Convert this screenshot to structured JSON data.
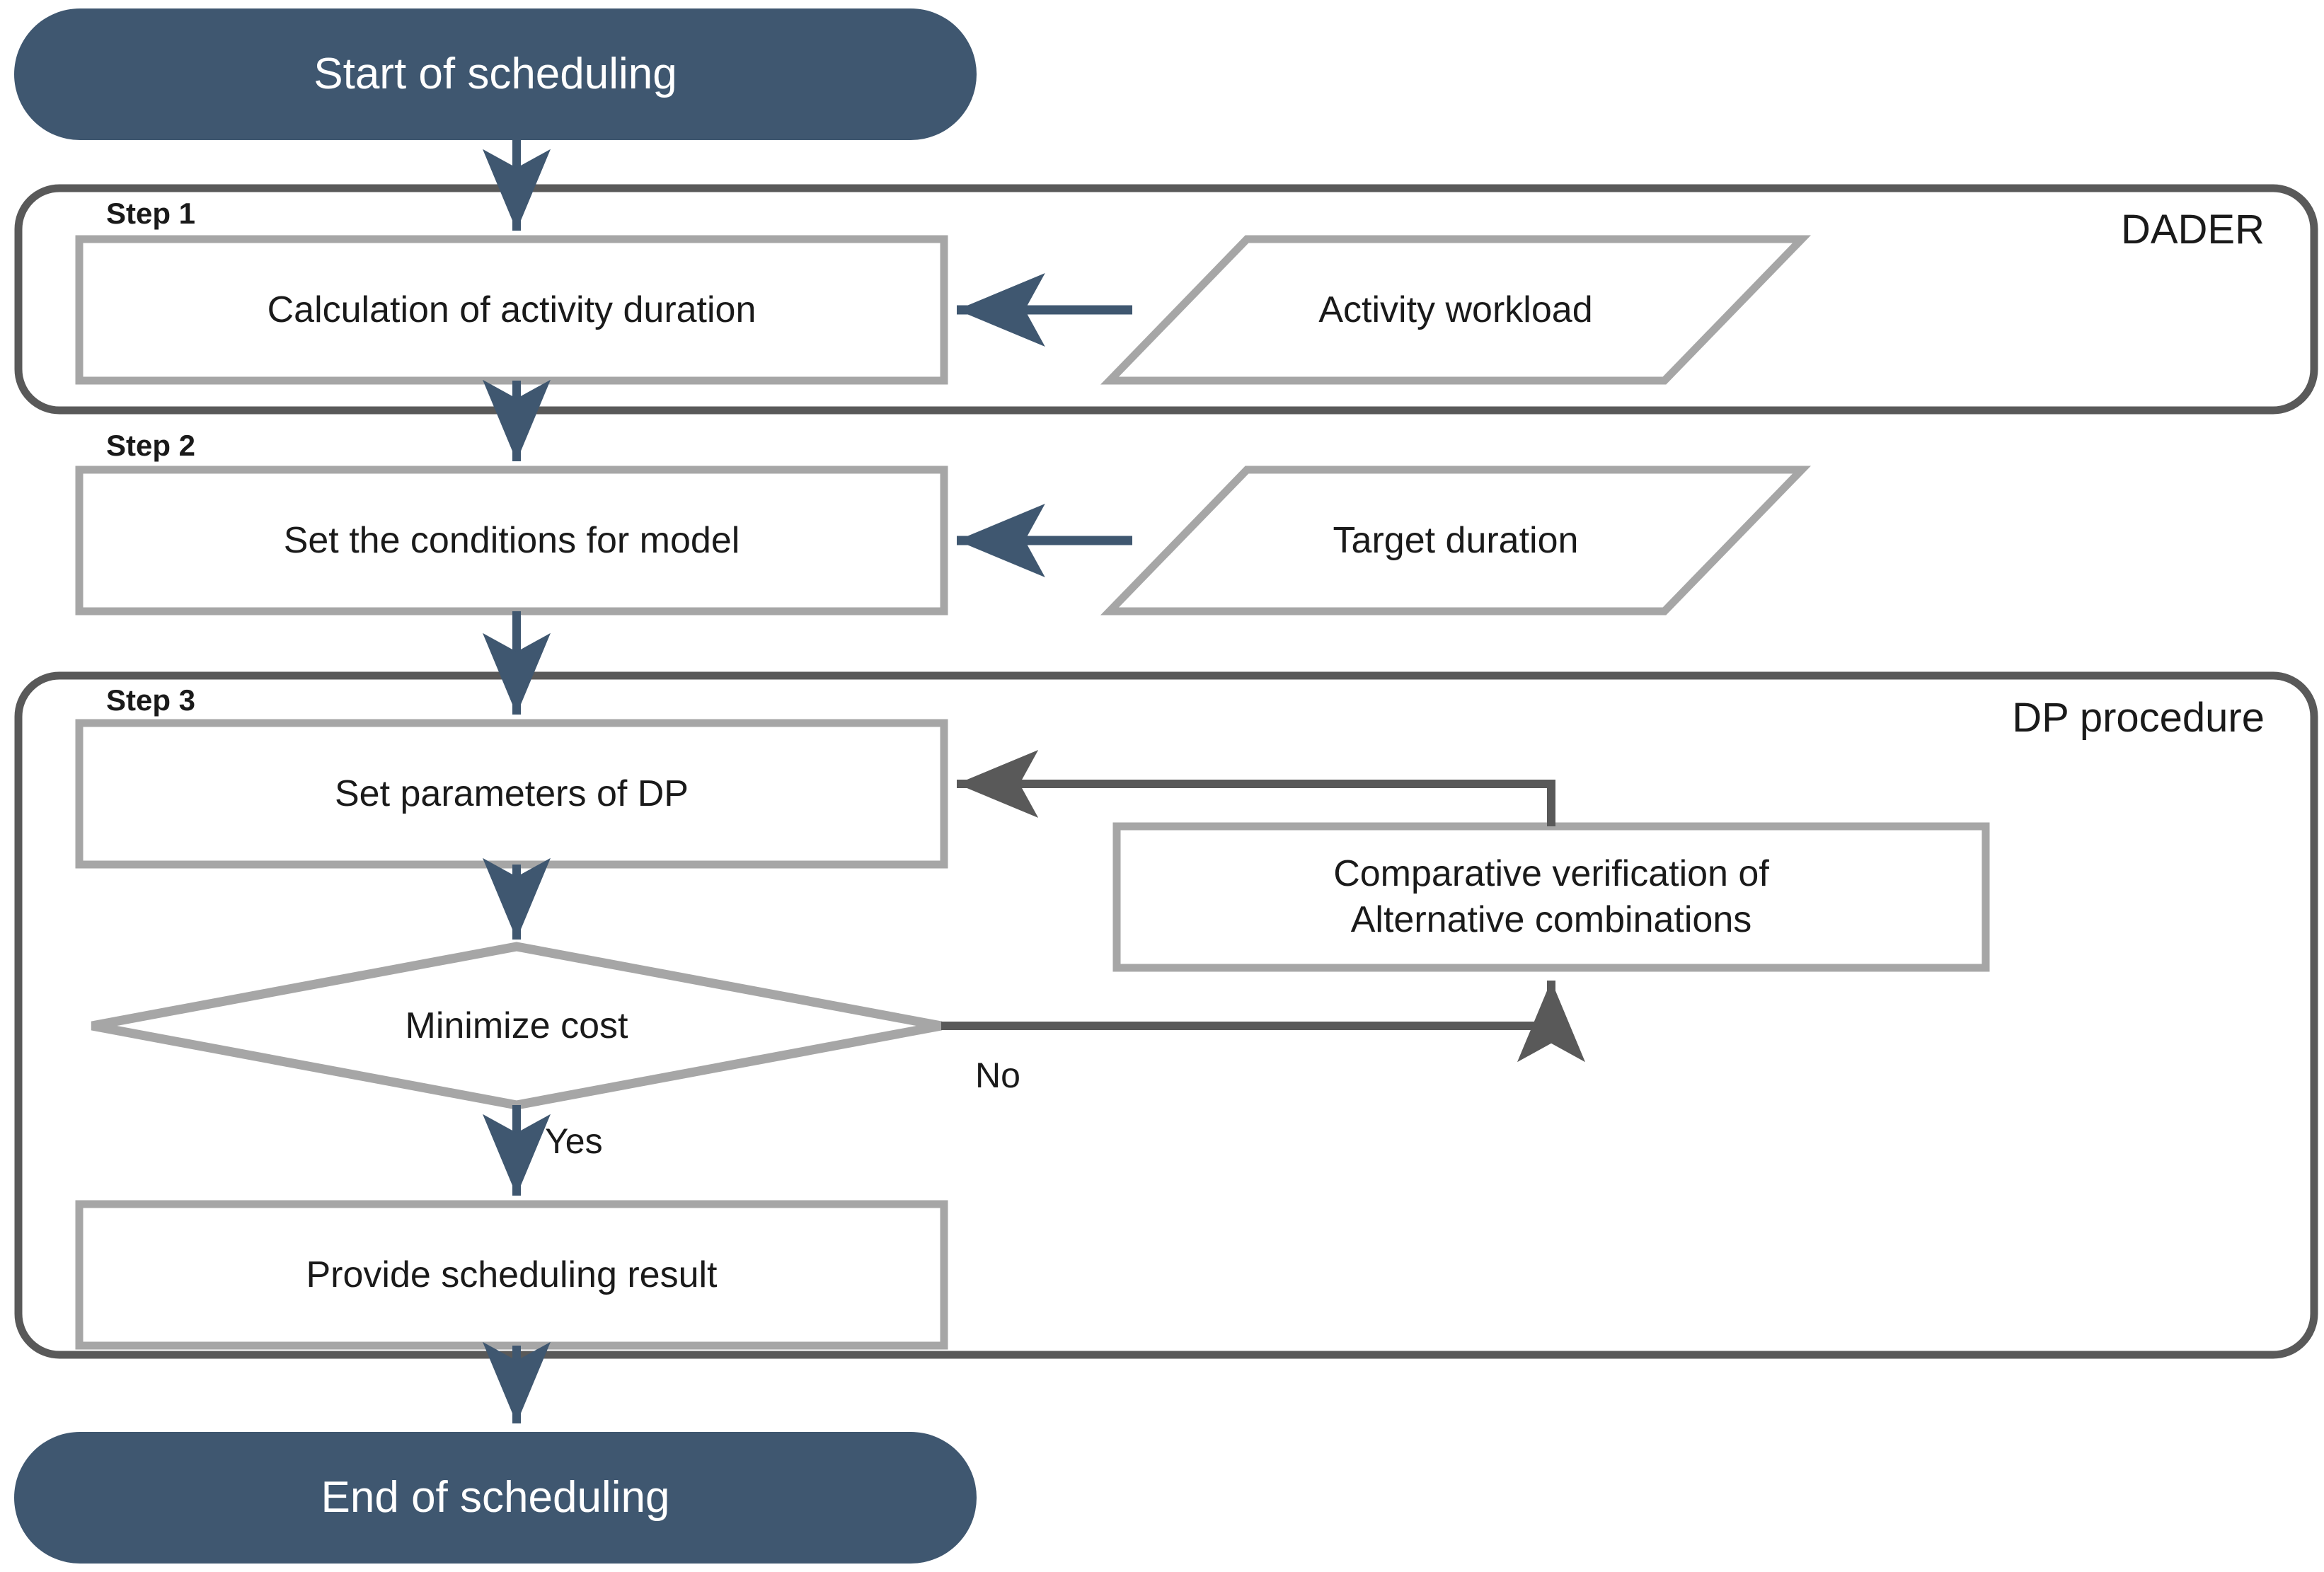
{
  "diagram": {
    "title": "DADER and DP procedure scheduling flowchart",
    "colors": {
      "terminator_fill": "#3F5770",
      "terminator_text": "#FFFFFF",
      "arrow_blue": "#3F5770",
      "arrow_gray": "#595959",
      "box_border": "#A6A6A6",
      "group_border": "#595959",
      "shape_fill": "#FFFFFF",
      "text": "#1A1A1A"
    },
    "nodes": {
      "start": {
        "label": "Start of scheduling",
        "shape": "terminator"
      },
      "end": {
        "label": "End of scheduling",
        "shape": "terminator"
      },
      "calc_duration": {
        "label": "Calculation of activity duration",
        "shape": "process"
      },
      "activity_workload": {
        "label": "Activity workload",
        "shape": "data"
      },
      "set_conditions": {
        "label": "Set the conditions for  model",
        "shape": "process"
      },
      "target_duration": {
        "label": "Target duration",
        "shape": "data"
      },
      "set_parameters": {
        "label": "Set parameters of DP",
        "shape": "process"
      },
      "comparative_verification": {
        "label": "Comparative verification of\nAlternative combinations",
        "shape": "process"
      },
      "minimize_cost": {
        "label": "Minimize cost",
        "shape": "decision"
      },
      "provide_result": {
        "label": "Provide scheduling result",
        "shape": "process"
      }
    },
    "groups": [
      {
        "id": "dader",
        "step_label": "Step 1",
        "title": "DADER"
      },
      {
        "id": "step2",
        "step_label": "Step 2",
        "title": ""
      },
      {
        "id": "dp",
        "step_label": "Step 3",
        "title": "DP procedure"
      }
    ],
    "edge_labels": {
      "yes": "Yes",
      "no": "No"
    }
  }
}
